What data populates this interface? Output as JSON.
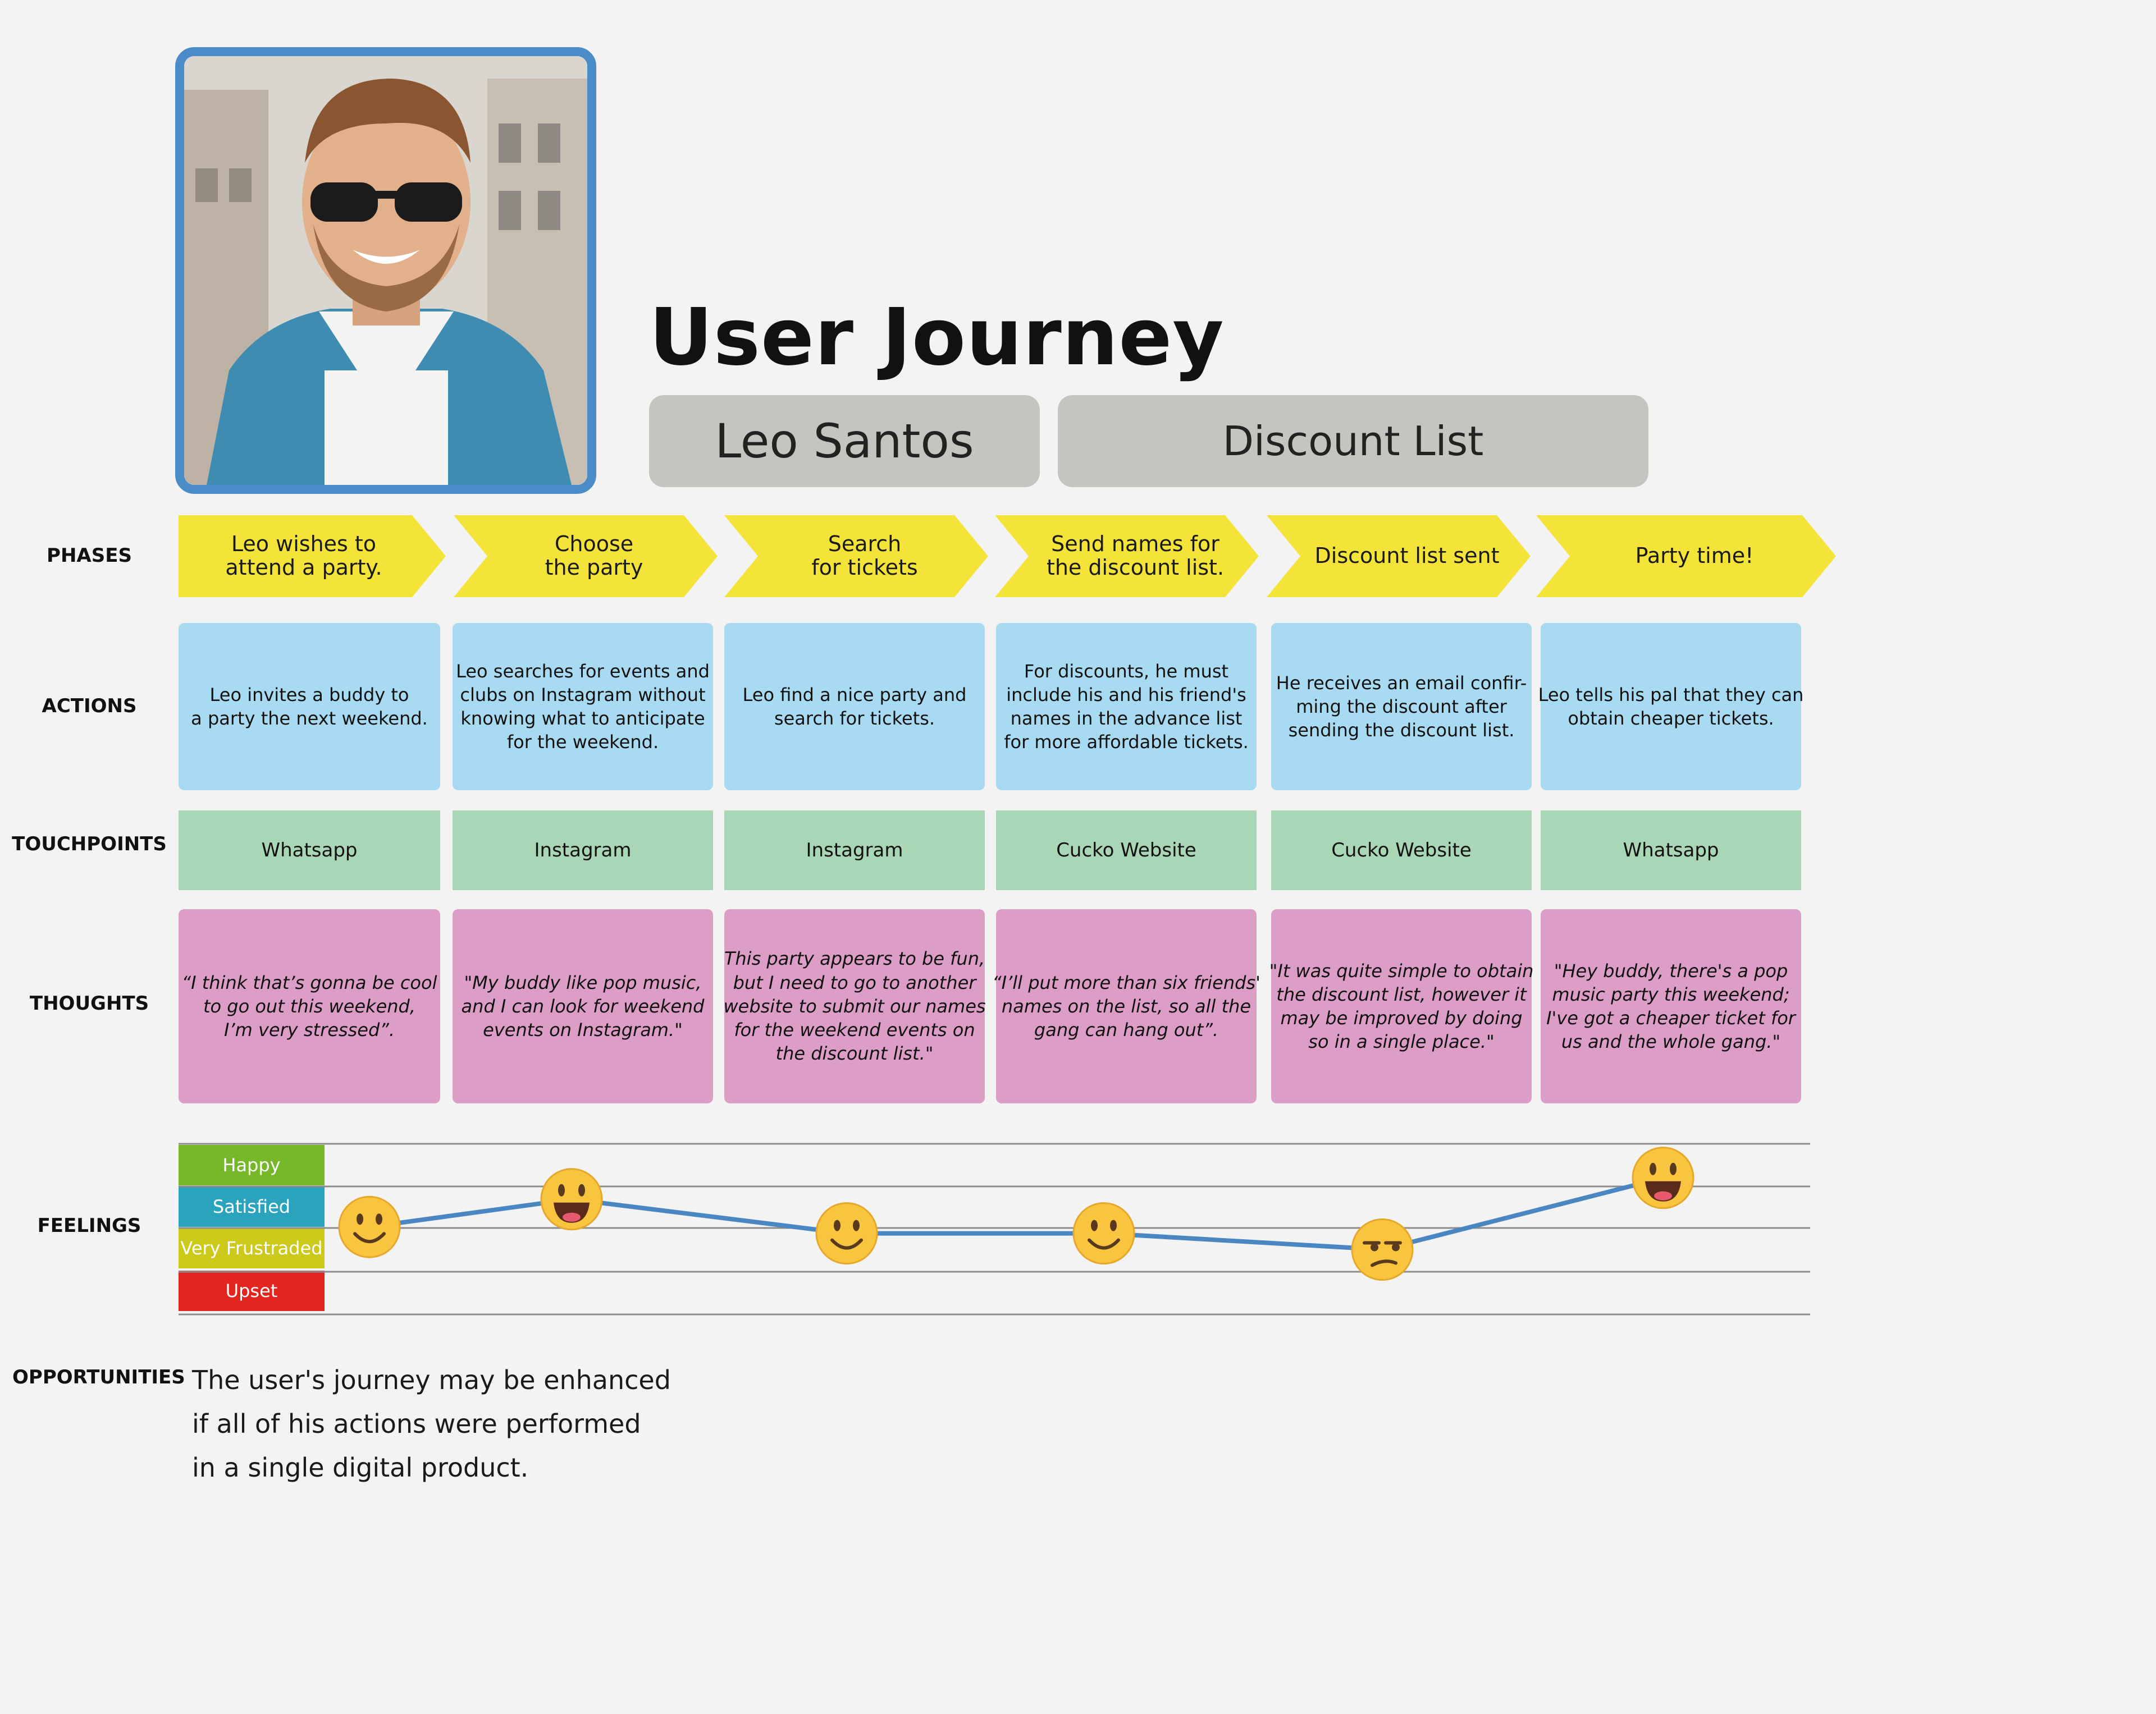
{
  "title": "User Journey",
  "persona": {
    "name": "Leo Santos",
    "photo_alt": "portrait-photo"
  },
  "topic": "Discount List",
  "row_labels": {
    "phases": "PHASES",
    "actions": "ACTIONS",
    "touchpoints": "TOUCHPOINTS",
    "thoughts": "THOUGHTS",
    "feelings": "FEELINGS",
    "opportunities": "OPPORTUNITIES"
  },
  "phases": [
    {
      "lines": [
        "Leo wishes to",
        "attend a party."
      ]
    },
    {
      "lines": [
        "Choose",
        "the party"
      ]
    },
    {
      "lines": [
        "Search",
        "for tickets"
      ]
    },
    {
      "lines": [
        "Send names for",
        "the discount list."
      ]
    },
    {
      "lines": [
        "Discount list sent"
      ]
    },
    {
      "lines": [
        "Party time!"
      ]
    }
  ],
  "actions": [
    {
      "lines": [
        "Leo invites a buddy to",
        "a party the next weekend."
      ]
    },
    {
      "lines": [
        "Leo searches for events and",
        "clubs on Instagram without",
        "knowing what to anticipate",
        "for the weekend."
      ]
    },
    {
      "lines": [
        "Leo find a nice party and",
        "search for tickets."
      ]
    },
    {
      "lines": [
        "For discounts, he must",
        "include his and his friend's",
        "names in the advance list",
        "for more affordable tickets."
      ]
    },
    {
      "lines": [
        "He receives an email confir-",
        "ming the discount after",
        "sending the discount list."
      ]
    },
    {
      "lines": [
        "Leo tells his pal that they can",
        "obtain cheaper tickets."
      ]
    }
  ],
  "touchpoints": [
    "Whatsapp",
    "Instagram",
    "Instagram",
    "Cucko Website",
    "Cucko Website",
    "Whatsapp"
  ],
  "thoughts": [
    {
      "lines": [
        "“I think that’s gonna be cool",
        "to go out this weekend,",
        "I’m very stressed”."
      ]
    },
    {
      "lines": [
        "\"My buddy like pop music,",
        "and I can look for weekend",
        "events on Instagram.\""
      ]
    },
    {
      "lines": [
        "This party appears to be fun,",
        "but I need to go to another",
        "website to submit our names",
        "for the weekend events on",
        "the discount list.\""
      ]
    },
    {
      "lines": [
        "“I’ll put more than six friends'",
        "names on the list, so all the",
        "gang can hang out”."
      ]
    },
    {
      "lines": [
        "\"It was quite simple to obtain",
        "the discount list, however it",
        "may be improved by doing",
        "so in a single place.\""
      ]
    },
    {
      "lines": [
        "\"Hey buddy, there's a pop",
        "music party this weekend;",
        "I've got a cheaper ticket for",
        "us and the whole gang.\""
      ]
    }
  ],
  "feelings": {
    "levels": [
      {
        "label": "Happy",
        "color": "#76b82a"
      },
      {
        "label": "Satisfied",
        "color": "#2aa3bd"
      },
      {
        "label": "Very Frustraded",
        "color": "#cdc91a"
      },
      {
        "label": "Upset",
        "color": "#e2261f"
      }
    ],
    "points": [
      {
        "mood": "smile",
        "level": 2.05
      },
      {
        "mood": "grin",
        "level": 2.7
      },
      {
        "mood": "smile",
        "level": 1.9
      },
      {
        "mood": "smile",
        "level": 1.9
      },
      {
        "mood": "annoyed",
        "level": 1.52
      },
      {
        "mood": "grin",
        "level": 3.2
      }
    ],
    "line_color": "#4a86c2"
  },
  "opportunities": {
    "lines": [
      "The user's journey may be enhanced",
      "if all of his actions were performed",
      "in a single digital product."
    ]
  },
  "colors": {
    "phase_yellow": "#f4e43a",
    "action_blue": "#a8dbf2",
    "touch_green": "#a9d6b4",
    "thought_pink": "#dc9ec6",
    "frame_blue": "#4a8cc8",
    "pill_gray": "#c5c5bf"
  }
}
